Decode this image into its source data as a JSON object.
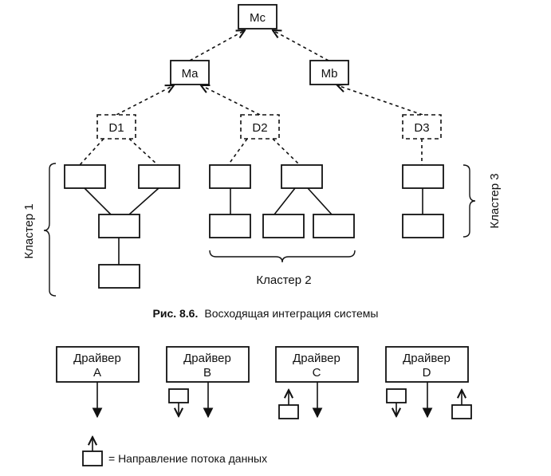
{
  "figure": {
    "nodes": {
      "mc": "Mc",
      "ma": "Ma",
      "mb": "Mb",
      "d1": "D1",
      "d2": "D2",
      "d3": "D3"
    },
    "clusters": {
      "c1": "Кластер 1",
      "c2": "Кластер 2",
      "c3": "Кластер 3"
    },
    "caption": {
      "number": "Рис. 8.6.",
      "text": "Восходящая интеграция системы"
    }
  },
  "drivers": [
    {
      "title": "Драйвер",
      "letter": "A"
    },
    {
      "title": "Драйвер",
      "letter": "B"
    },
    {
      "title": "Драйвер",
      "letter": "C"
    },
    {
      "title": "Драйвер",
      "letter": "D"
    }
  ],
  "legend": {
    "text": "= Направление потока данных"
  }
}
